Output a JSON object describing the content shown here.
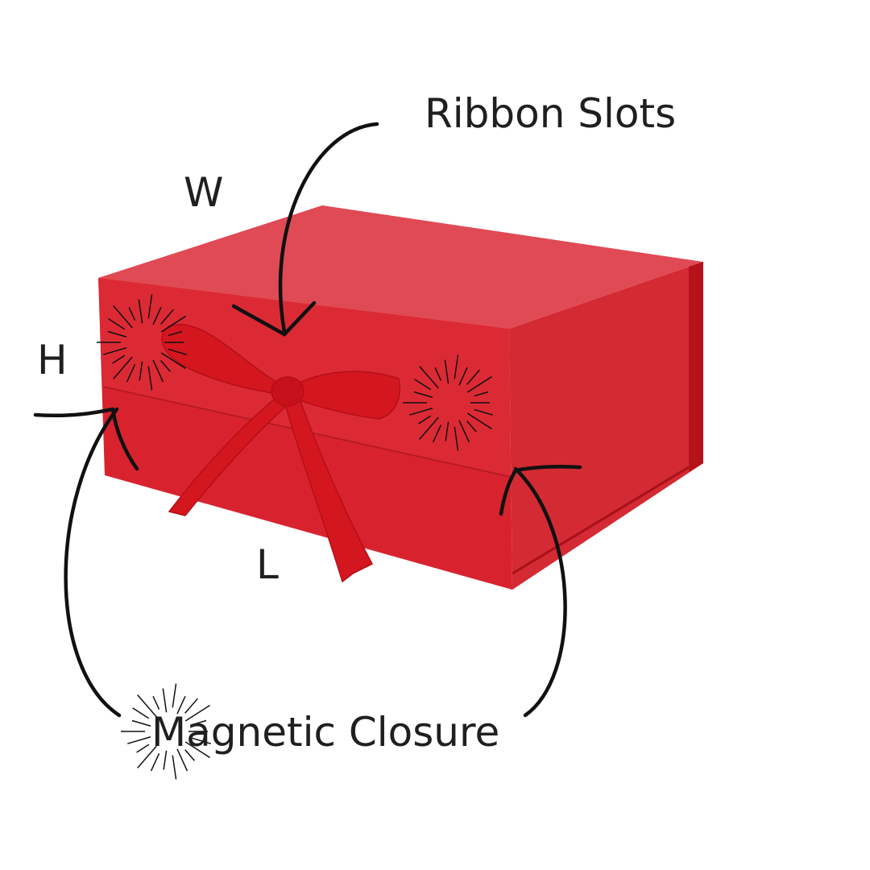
{
  "labels": {
    "ribbon_slots": "Ribbon Slots",
    "width": "W",
    "height": "H",
    "length": "L",
    "magnetic_closure": "Magnetic Closure"
  },
  "colors": {
    "box_top": "#e04a55",
    "box_front": "#d8232f",
    "box_side": "#d42a33",
    "ribbon": "#d4161f",
    "ink": "#111111"
  }
}
